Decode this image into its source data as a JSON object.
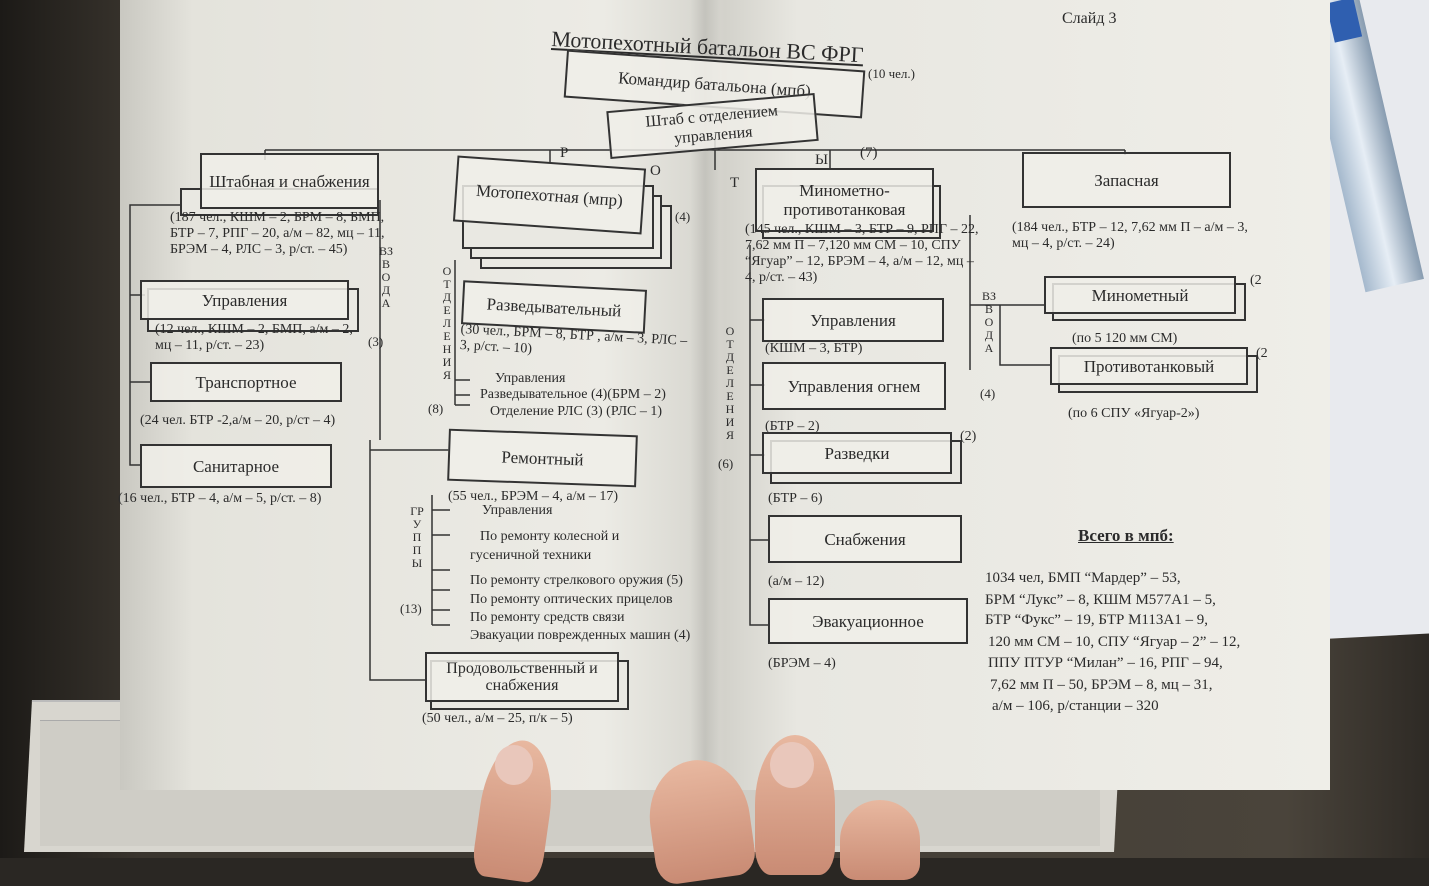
{
  "slide_label": "Слайд 3",
  "title": "Мотопехотный батальон ВС ФРГ",
  "commander": {
    "label": "Командир батальона (мпб)",
    "note": "(10 чел.)"
  },
  "hq": {
    "label": "Штаб с отделением управления"
  },
  "rota_letters": [
    "Р",
    "О",
    "Т",
    "Ы"
  ],
  "rota_count": "(7)",
  "left_col": {
    "main": {
      "label": "Штабная и снабжения",
      "note": "(187 чел., КШМ – 2, БРМ – 8, БМП, БТР – 7, РПГ – 20, а/м – 82, мц – 11, БРЭМ – 4, РЛС – 3, р/ст. – 45)"
    },
    "vzvoda_letters": "ВЗВОДА",
    "vzvoda_count": "(3)",
    "units": [
      {
        "label": "Управления",
        "note": "(12 чел., КШМ – 2, БМП, а/м – 2, мц – 11, р/ст. – 23)"
      },
      {
        "label": "Транспортное",
        "note": "(24 чел. БТР -2,а/м – 20, р/ст – 4)"
      },
      {
        "label": "Санитарное",
        "note": "(16 чел., БТР – 4, а/м – 5, р/ст. – 8)"
      }
    ]
  },
  "middle_col": {
    "mpr": {
      "label": "Мотопехотная (мпр)",
      "count": "(4)"
    },
    "otdeleniya_letters": "ОТДЕЛЕНИЯ",
    "otdeleniya_count": "(8)",
    "razved": {
      "label": "Разведывательный",
      "note": "(30 чел., БРМ – 8, БТР , а/м – 3, РЛС – 3, р/ст. – 10)",
      "items": [
        "Управления",
        "Разведывательное (4)(БРМ – 2)",
        "Отделение РЛС (3) (РЛС – 1)"
      ]
    },
    "gruppy_letters": "ГРУППЫ",
    "gruppy_count": "(13)",
    "remont": {
      "label": "Ремонтный",
      "note": "(55 чел., БРЭМ – 4, а/м – 17)",
      "items": [
        "Управления",
        "По ремонту колесной и",
        "гусеничной техники",
        "По ремонту стрелкового оружия (5)",
        "По ремонту оптических прицелов",
        "По ремонту средств связи",
        "Эвакуации поврежденных машин (4)"
      ]
    },
    "prod": {
      "label": "Продовольственный и снабжения",
      "note": "(50 чел., а/м – 25, п/к – 5)"
    }
  },
  "right_col": {
    "mpt": {
      "label": "Минометно-противотанковая",
      "note": "(145 чел., КШМ – 3, БТР – 9, РПГ – 22, 7,62 мм П – 7,120 мм СМ – 10, СПУ “Ягуар” – 12, БРЭМ – 4, а/м – 12, мц – 4, р/ст. – 43)"
    },
    "otdeleniya_letters": "ОТДЕЛЕНИЯ",
    "otdeleniya_count": "(6)",
    "units": [
      {
        "label": "Управления",
        "note": "(КШМ – 3, БТР)"
      },
      {
        "label": "Управления огнем",
        "note": "(БТР – 2)"
      },
      {
        "label": "Разведки",
        "note": "(БТР – 6)",
        "count": "(2)"
      },
      {
        "label": "Снабжения",
        "note": "(а/м – 12)"
      },
      {
        "label": "Эвакуационное",
        "note": "(БРЭМ – 4)"
      }
    ],
    "vzvoda_letters": "ВЗВОДА",
    "vzvoda_count": "(4)",
    "platoons": [
      {
        "label": "Минометный",
        "note": "(по 5 120 мм СМ)",
        "count": "(2"
      },
      {
        "label": "Противотанковый",
        "note": "(по 6 СПУ «Ягуар-2»)",
        "count": "(2"
      }
    ]
  },
  "reserve": {
    "label": "Запасная",
    "note": "(184 чел., БТР – 12, 7,62 мм П – а/м – 3, мц – 4, р/ст. – 24)"
  },
  "total": {
    "heading": "Всего в мпб:",
    "lines": [
      "1034 чел, БМП “Мардер” – 53,",
      "БРМ “Лукс” – 8, КШМ М577А1 – 5,",
      "БТР “Фукс” – 19, БТР М113А1 – 9,",
      "120 мм СМ – 10, СПУ “Ягуар – 2” – 12,",
      "ППУ ПТУР “Милан” – 16, РПГ – 94,",
      "7,62 мм П – 50, БРЭМ – 8, мц – 31,",
      "а/м – 106, р/станции – 320"
    ]
  }
}
